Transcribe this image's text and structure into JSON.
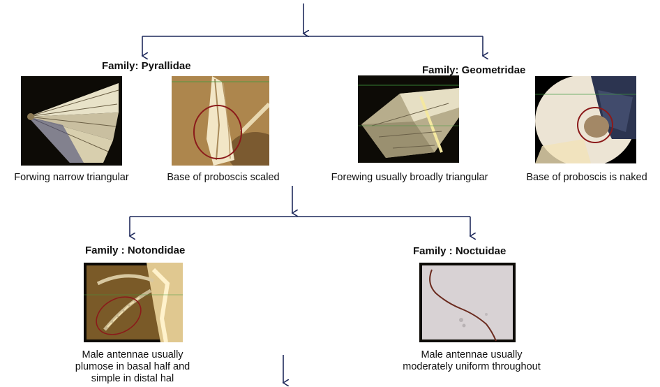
{
  "diagram": {
    "level1": {
      "families": [
        {
          "label": "Family: Pyrallidae",
          "items": [
            {
              "caption": "Forwing narrow triangular",
              "photo_icon": "narrow-forewing-photo"
            },
            {
              "caption": "Base of proboscis scaled",
              "photo_icon": "scaled-proboscis-photo"
            }
          ]
        },
        {
          "label": "Family: Geometridae",
          "items": [
            {
              "caption": "Forewing usually broadly triangular",
              "photo_icon": "broad-forewing-photo"
            },
            {
              "caption": "Base of proboscis is naked",
              "photo_icon": "naked-proboscis-photo"
            }
          ]
        }
      ]
    },
    "level2": {
      "families": [
        {
          "label": "Family : Notondidae",
          "caption_lines": [
            "Male antennae usually",
            "plumose in basal half and",
            "simple in distal hal"
          ],
          "photo_icon": "plumose-antenna-photo"
        },
        {
          "label": "Family : Noctuidae",
          "caption_lines": [
            "Male antennae usually",
            "moderately uniform throughout"
          ],
          "photo_icon": "uniform-antenna-photo"
        }
      ]
    },
    "colors": {
      "arrow": "#1f2a5c",
      "highlight_circle": "#8b1a1a",
      "photo_border": "#000000"
    }
  }
}
